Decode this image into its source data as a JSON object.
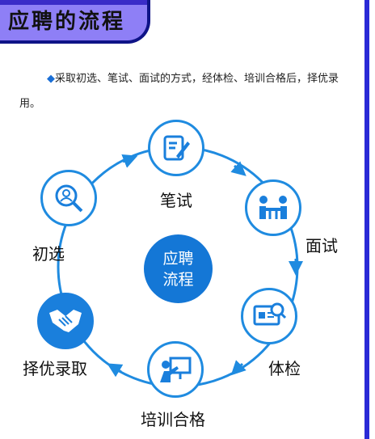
{
  "header": {
    "title": "应聘的流程"
  },
  "intro": {
    "bullet": "◆",
    "text": "采取初选、笔试、面试的方式，经体检、培训合格后，择优录用。"
  },
  "center": {
    "line1": "应聘",
    "line2": "流程"
  },
  "steps": [
    {
      "label": "笔试",
      "icon": "writing-icon"
    },
    {
      "label": "面试",
      "icon": "interview-icon"
    },
    {
      "label": "体检",
      "icon": "medical-check-icon"
    },
    {
      "label": "培训合格",
      "icon": "training-icon"
    },
    {
      "label": "择优录取",
      "icon": "handshake-icon"
    },
    {
      "label": "初选",
      "icon": "screening-icon"
    }
  ],
  "colors": {
    "primary": "#1f8be0",
    "dark_blue": "#0f1487",
    "header_fill": "#8e7ff6"
  }
}
